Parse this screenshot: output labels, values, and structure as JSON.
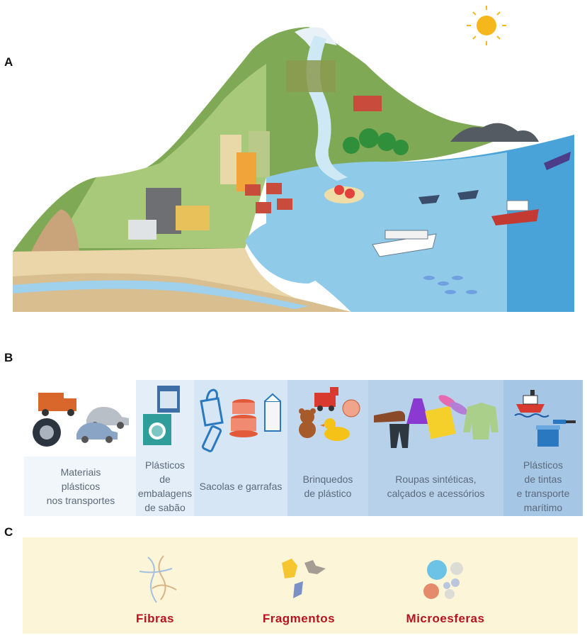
{
  "panels": {
    "a": "A",
    "b": "B",
    "c": "C"
  },
  "sources": [
    {
      "label": "Materiais\nplásticos\nnos transportes",
      "color": "#f1f6fb"
    },
    {
      "label": "Plásticos\nde\nembalagens\nde sabão",
      "color": "#e4eef8"
    },
    {
      "label": "Sacolas e garrafas",
      "color": "#d6e6f5"
    },
    {
      "label": "Brinquedos\nde plástico",
      "color": "#c2d8ef"
    },
    {
      "label": "Roupas sintéticas,\ncalçados e acessórios",
      "color": "#b8d1eb"
    },
    {
      "label": "Plásticos\nde tintas\ne transporte\nmarítimo",
      "color": "#a6c6e6"
    }
  ],
  "types": [
    {
      "label": "Fibras",
      "icon": "fibers-icon"
    },
    {
      "label": "Fragmentos",
      "icon": "fragments-icon"
    },
    {
      "label": "Microesferas",
      "icon": "microbeads-icon"
    }
  ],
  "colors": {
    "accent_red": "#b5141f",
    "type_bg": "#fdf5d8",
    "label_gray": "#5a6a7a"
  }
}
